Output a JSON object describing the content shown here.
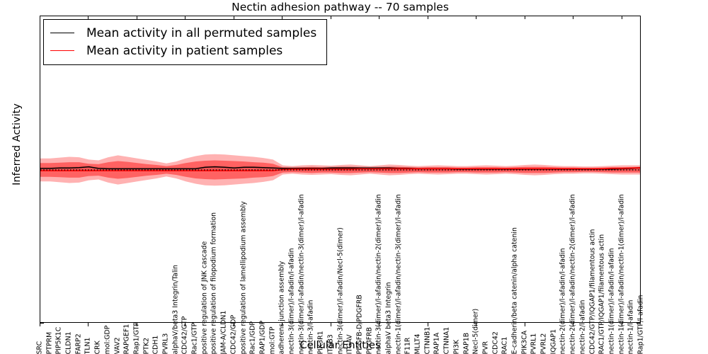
{
  "chart_data": {
    "type": "line",
    "title": "Nectin adhesion pathway -- 70 samples",
    "xlabel": "Cellular Entities",
    "ylabel": "Inferred Activity",
    "ylim": [
      -4,
      4
    ],
    "yticks": [
      "4",
      "3",
      "2",
      "1",
      "0",
      "-1",
      "-2",
      "-3",
      "-4"
    ],
    "grid": false,
    "legend_position": "upper left",
    "legend": [
      {
        "label": "Mean activity in all permuted samples",
        "color": "#000000"
      },
      {
        "label": "Mean activity in patient samples",
        "color": "#ff0000"
      }
    ],
    "n_samples": 70,
    "categories": [
      "SRC",
      "PTPRM",
      "PIP5K1C",
      "CLDN1",
      "FARP2",
      "TLN1",
      "CRK",
      "mol:GDP",
      "VAV2",
      "RAPGEF1",
      "Rap1/GTP",
      "PTK2",
      "CDH1",
      "PVRL3",
      "alphaV/beta3 Integrin/Talin",
      "CDC42/GTP",
      "Rac1/GTP",
      "positive regulation of JNK cascade",
      "positive regulation of filopodium formation",
      "JAM-A/CLDN1",
      "CDC42/GDP",
      "positive regulation of lamellipodium assembly",
      "Rac1/GDP",
      "RAP1/GDP",
      "mol:GTP",
      "adherens junction assembly",
      "nectin-3(dimer)/l-afadin/l-afadin",
      "nectin-3(dimer)/l-afadin/nectin-3(dimer)/l-afadin",
      "nectin-3/l-afadin",
      "PIK3R1",
      "ITGB3",
      "nectin-3(dimer)/l-afadin/Necl-5(dimer)",
      "ITGAV",
      "PDGFB-D/PDGFRB",
      "PDGFRB",
      "nectin-3(dimer)/l-afadin/nectin-2(dimer)/l-afadin",
      "alphaV beta3 Integrin",
      "nectin-1(dimer)/l-afadin/nectin-3(dimer)/l-afadin",
      "F11R",
      "MLLT4",
      "CTNNB1",
      "RAP1A",
      "CTNNA1",
      "PI3K",
      "RAP1B",
      "Necl-5(dimer)",
      "PVR",
      "CDC42",
      "RAC1",
      "E-cadherin/beta catenin/alpha catenin",
      "PIK3CA",
      "PVRL1",
      "PVRL2",
      "IQGAP1",
      "nectin-2(dimer)/l-afadin/l-afadin",
      "nectin-2(dimer)/l-afadin/nectin-2(dimer)/l-afadin",
      "nectin-2/l-afadin",
      "CDC42/GTP/IQGAP1/filamentous actin",
      "RAC1/GTP/IQGAP1/filamentous actin",
      "nectin-1(dimer)/l-afadin/l-afadin",
      "nectin-1(dimer)/l-afadin/nectin-1(dimer)/l-afadin",
      "nectin-1/l-afadin",
      "Rap1/GTP/l-afadin"
    ],
    "series": [
      {
        "name": "Mean activity in all permuted samples",
        "color": "#000000",
        "values": [
          0.04,
          0.04,
          0.05,
          0.05,
          0.06,
          0.08,
          0.04,
          0.03,
          0.03,
          0.03,
          0.03,
          0.03,
          0.03,
          0.03,
          0.03,
          0.03,
          0.03,
          0.07,
          0.08,
          0.07,
          0.05,
          0.07,
          0.07,
          0.06,
          0.05,
          0.04,
          0.04,
          0.04,
          0.04,
          0.04,
          0.05,
          0.05,
          0.05,
          0.05,
          0.05,
          0.05,
          0.05,
          0.04,
          0.04,
          0.03,
          0.03,
          0.03,
          0.03,
          0.02,
          0.02,
          0.02,
          0.02,
          0.02,
          0.02,
          0.02,
          0.02,
          0.02,
          0.02,
          0.02,
          0.02,
          0.02,
          0.02,
          0.02,
          0.02,
          0.02,
          0.03,
          0.04,
          0.06
        ]
      },
      {
        "name": "Mean activity in patient samples",
        "color": "#ff0000",
        "values": [
          -0.02,
          -0.02,
          -0.02,
          -0.02,
          -0.02,
          -0.02,
          -0.02,
          -0.02,
          -0.02,
          -0.02,
          -0.02,
          -0.02,
          -0.02,
          -0.02,
          -0.02,
          -0.02,
          -0.02,
          -0.02,
          -0.02,
          -0.02,
          -0.02,
          -0.02,
          -0.02,
          -0.02,
          -0.02,
          0.01,
          0.02,
          0.02,
          0.02,
          0.02,
          0.02,
          0.02,
          0.02,
          0.03,
          0.03,
          0.03,
          0.03,
          0.03,
          0.03,
          0.03,
          0.03,
          0.03,
          0.03,
          0.03,
          0.03,
          0.03,
          0.03,
          0.03,
          0.03,
          0.03,
          0.03,
          0.03,
          0.03,
          0.03,
          0.03,
          0.03,
          0.03,
          0.03,
          0.03,
          0.04,
          0.04,
          0.05,
          0.06
        ]
      }
    ],
    "bands": [
      {
        "name": "patient sample spread (outer)",
        "color": "#ff0000",
        "opacity": 0.3,
        "upper": [
          0.3,
          0.3,
          0.32,
          0.34,
          0.33,
          0.27,
          0.25,
          0.33,
          0.38,
          0.34,
          0.3,
          0.26,
          0.22,
          0.17,
          0.22,
          0.3,
          0.36,
          0.4,
          0.41,
          0.4,
          0.38,
          0.36,
          0.34,
          0.31,
          0.27,
          0.12,
          0.1,
          0.12,
          0.13,
          0.12,
          0.11,
          0.13,
          0.14,
          0.12,
          0.1,
          0.12,
          0.14,
          0.13,
          0.11,
          0.1,
          0.11,
          0.12,
          0.11,
          0.1,
          0.1,
          0.11,
          0.12,
          0.11,
          0.1,
          0.11,
          0.13,
          0.14,
          0.13,
          0.11,
          0.1,
          0.1,
          0.09,
          0.09,
          0.1,
          0.11,
          0.12,
          0.12,
          0.12
        ],
        "lower": [
          -0.3,
          -0.3,
          -0.32,
          -0.34,
          -0.33,
          -0.27,
          -0.25,
          -0.33,
          -0.38,
          -0.34,
          -0.3,
          -0.26,
          -0.22,
          -0.17,
          -0.22,
          -0.3,
          -0.36,
          -0.4,
          -0.41,
          -0.4,
          -0.38,
          -0.36,
          -0.34,
          -0.31,
          -0.27,
          -0.12,
          -0.1,
          -0.12,
          -0.13,
          -0.12,
          -0.11,
          -0.13,
          -0.14,
          -0.12,
          -0.1,
          -0.12,
          -0.14,
          -0.13,
          -0.11,
          -0.1,
          -0.11,
          -0.12,
          -0.11,
          -0.1,
          -0.1,
          -0.11,
          -0.12,
          -0.11,
          -0.1,
          -0.11,
          -0.13,
          -0.14,
          -0.13,
          -0.11,
          -0.1,
          -0.1,
          -0.09,
          -0.09,
          -0.1,
          -0.11,
          -0.12,
          -0.12,
          -0.12
        ]
      },
      {
        "name": "patient sample spread (inner)",
        "color": "#ff0000",
        "opacity": 0.45,
        "upper": [
          0.18,
          0.18,
          0.19,
          0.2,
          0.2,
          0.16,
          0.15,
          0.2,
          0.23,
          0.21,
          0.18,
          0.15,
          0.13,
          0.1,
          0.13,
          0.18,
          0.22,
          0.24,
          0.25,
          0.24,
          0.23,
          0.22,
          0.2,
          0.19,
          0.16,
          0.07,
          0.06,
          0.07,
          0.08,
          0.07,
          0.07,
          0.08,
          0.08,
          0.07,
          0.06,
          0.07,
          0.08,
          0.08,
          0.07,
          0.06,
          0.07,
          0.07,
          0.07,
          0.06,
          0.06,
          0.07,
          0.07,
          0.07,
          0.06,
          0.07,
          0.08,
          0.08,
          0.08,
          0.07,
          0.06,
          0.06,
          0.05,
          0.05,
          0.06,
          0.07,
          0.07,
          0.07,
          0.07
        ],
        "lower": [
          -0.18,
          -0.18,
          -0.19,
          -0.2,
          -0.2,
          -0.16,
          -0.15,
          -0.2,
          -0.23,
          -0.21,
          -0.18,
          -0.15,
          -0.13,
          -0.1,
          -0.13,
          -0.18,
          -0.22,
          -0.24,
          -0.25,
          -0.24,
          -0.23,
          -0.22,
          -0.2,
          -0.19,
          -0.16,
          -0.07,
          -0.06,
          -0.07,
          -0.08,
          -0.07,
          -0.07,
          -0.08,
          -0.08,
          -0.07,
          -0.06,
          -0.07,
          -0.08,
          -0.08,
          -0.07,
          -0.06,
          -0.07,
          -0.07,
          -0.07,
          -0.06,
          -0.06,
          -0.07,
          -0.07,
          -0.07,
          -0.06,
          -0.07,
          -0.08,
          -0.08,
          -0.08,
          -0.07,
          -0.06,
          -0.06,
          -0.05,
          -0.05,
          -0.06,
          -0.07,
          -0.07,
          -0.07,
          -0.07
        ]
      },
      {
        "name": "permuted sample spread",
        "color": "#bfbfbf",
        "opacity": 0.55,
        "upper": [
          0.07,
          0.07,
          0.08,
          0.08,
          0.09,
          0.1,
          0.07,
          0.06,
          0.06,
          0.06,
          0.06,
          0.06,
          0.06,
          0.06,
          0.06,
          0.06,
          0.06,
          0.1,
          0.11,
          0.1,
          0.08,
          0.1,
          0.1,
          0.09,
          0.08,
          0.08,
          0.08,
          0.08,
          0.08,
          0.08,
          0.09,
          0.09,
          0.09,
          0.09,
          0.09,
          0.09,
          0.09,
          0.08,
          0.08,
          0.07,
          0.07,
          0.07,
          0.07,
          0.06,
          0.06,
          0.06,
          0.06,
          0.06,
          0.06,
          0.06,
          0.06,
          0.06,
          0.06,
          0.06,
          0.06,
          0.06,
          0.06,
          0.06,
          0.06,
          0.06,
          0.07,
          0.08,
          0.09
        ],
        "lower": [
          -0.02,
          -0.02,
          -0.02,
          -0.02,
          -0.02,
          -0.02,
          -0.02,
          -0.02,
          -0.02,
          -0.02,
          -0.02,
          -0.02,
          -0.02,
          -0.02,
          -0.02,
          -0.02,
          -0.02,
          -0.02,
          -0.02,
          -0.02,
          -0.02,
          -0.02,
          -0.02,
          -0.02,
          -0.02,
          -0.03,
          -0.03,
          -0.03,
          -0.03,
          -0.03,
          -0.03,
          -0.03,
          -0.03,
          -0.03,
          -0.03,
          -0.03,
          -0.03,
          -0.03,
          -0.03,
          -0.03,
          -0.03,
          -0.03,
          -0.03,
          -0.03,
          -0.03,
          -0.03,
          -0.03,
          -0.03,
          -0.03,
          -0.03,
          -0.03,
          -0.03,
          -0.03,
          -0.03,
          -0.03,
          -0.03,
          -0.03,
          -0.03,
          -0.03,
          -0.03,
          -0.03,
          -0.03,
          -0.03
        ]
      }
    ]
  }
}
